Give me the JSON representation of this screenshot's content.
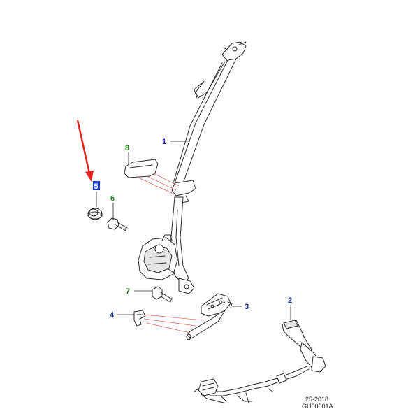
{
  "callouts": [
    {
      "id": "1",
      "label": "1",
      "color": "#1a2aa8"
    },
    {
      "id": "2",
      "label": "2",
      "color": "#1a2aa8"
    },
    {
      "id": "3",
      "label": "3",
      "color": "#1a2aa8"
    },
    {
      "id": "4",
      "label": "4",
      "color": "#1a2aa8"
    },
    {
      "id": "5",
      "label": "5",
      "color": "#1a7a1a",
      "highlight": "#1a3ad0"
    },
    {
      "id": "6",
      "label": "6",
      "color": "#1a7a1a"
    },
    {
      "id": "7",
      "label": "7",
      "color": "#1a7a1a"
    },
    {
      "id": "8",
      "label": "8",
      "color": "#1a7a1a"
    }
  ],
  "footer": {
    "date_code": "25-2018",
    "drawing_id": "GU00001A"
  },
  "colors": {
    "pointer_arrow": "#e82020",
    "red_leader": "#e06060",
    "line_art": "#2a2a2a"
  },
  "icons": {
    "pointer": "red-arrow-icon"
  }
}
